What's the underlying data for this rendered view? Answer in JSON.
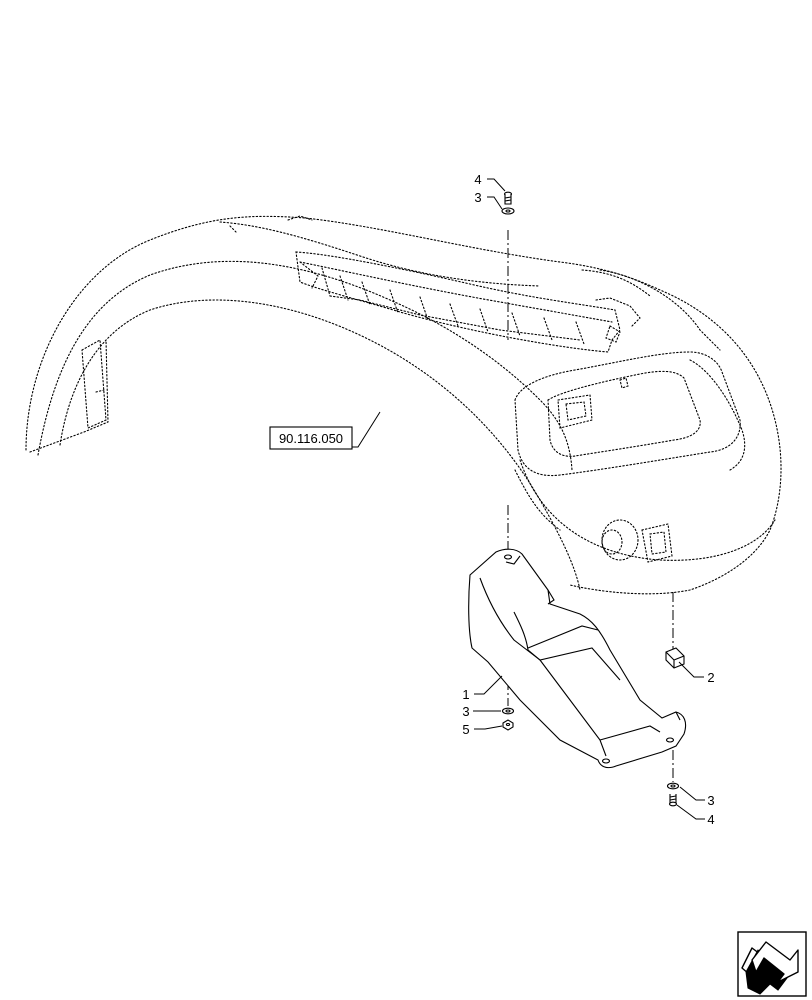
{
  "callouts": [
    {
      "id": "c4a",
      "text": "4"
    },
    {
      "id": "c3a",
      "text": "3"
    },
    {
      "id": "c2",
      "text": "2"
    },
    {
      "id": "c1",
      "text": "1"
    },
    {
      "id": "c3b",
      "text": "3"
    },
    {
      "id": "c5",
      "text": "5"
    },
    {
      "id": "c3c",
      "text": "3"
    },
    {
      "id": "c4b",
      "text": "4"
    }
  ],
  "reference": {
    "text": "90.116.050"
  },
  "icons": {
    "navigation": "return-arrow-icon"
  }
}
